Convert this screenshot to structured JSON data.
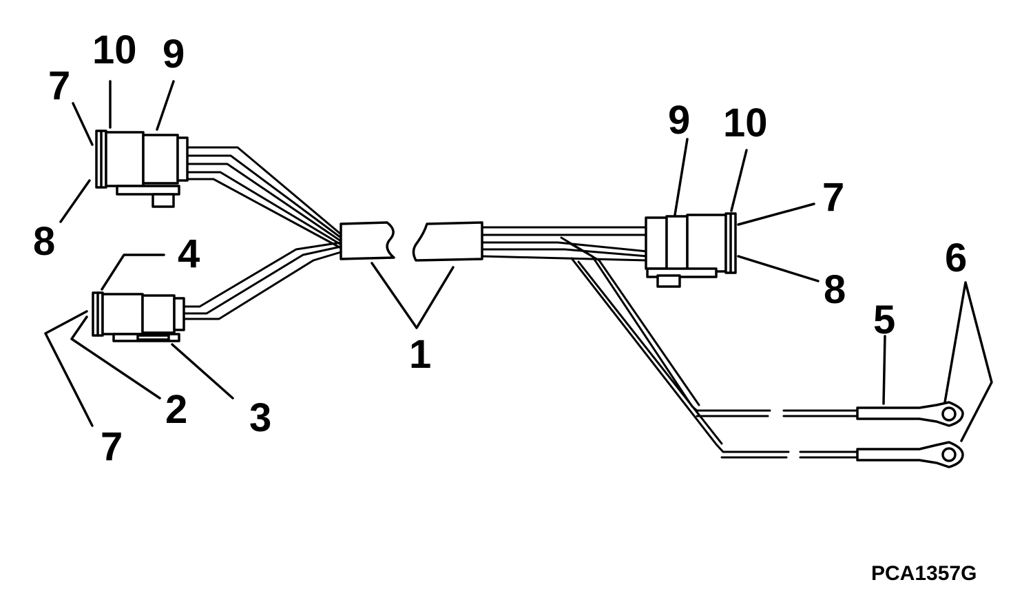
{
  "figure_id": "PCA1357G",
  "callouts": [
    {
      "label": "10"
    },
    {
      "label": "9"
    },
    {
      "label": "7"
    },
    {
      "label": "8"
    },
    {
      "label": "4"
    },
    {
      "label": "2"
    },
    {
      "label": "3"
    },
    {
      "label": "7"
    },
    {
      "label": "1"
    },
    {
      "label": "9"
    },
    {
      "label": "10"
    },
    {
      "label": "7"
    },
    {
      "label": "8"
    },
    {
      "label": "6"
    },
    {
      "label": "5"
    }
  ]
}
